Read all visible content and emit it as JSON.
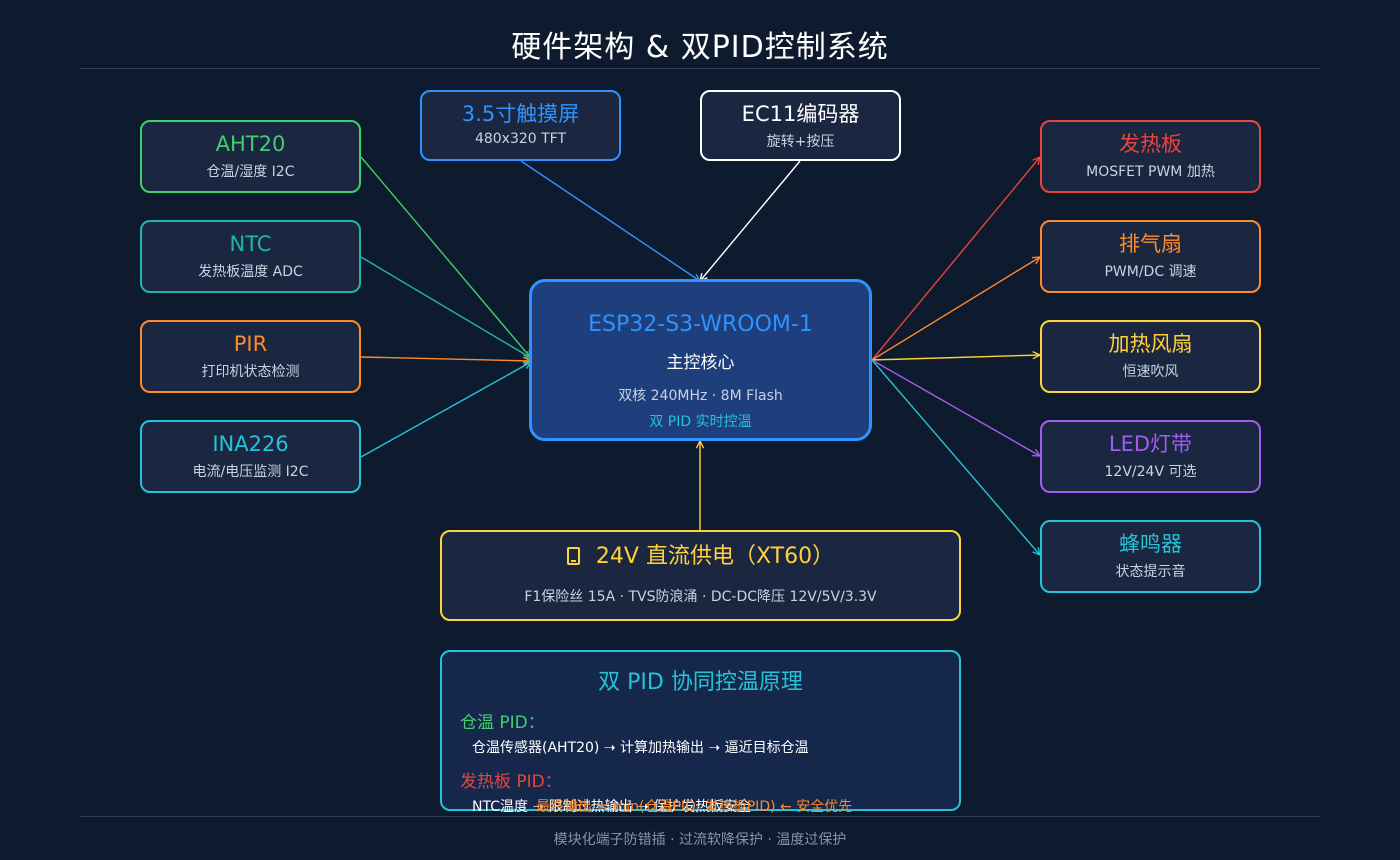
{
  "title": "硬件架构 & 双PID控制系统",
  "colors": {
    "green": "#3fcf6e",
    "teal": "#1fb5a8",
    "orange": "#ff8a2a",
    "cyan": "#25c3d8",
    "blue": "#2f93ff",
    "white": "#ffffff",
    "red": "#e8453c",
    "yellow": "#ffd23a",
    "purple": "#a25cf0"
  },
  "sensors": [
    {
      "title": "AHT20",
      "sub": "仓温/湿度  I2C",
      "color": "#3fcf6e"
    },
    {
      "title": "NTC",
      "sub": "发热板温度  ADC",
      "color": "#1fb5a8"
    },
    {
      "title": "PIR",
      "sub": "打印机状态检测",
      "color": "#ff8a2a"
    },
    {
      "title": "INA226",
      "sub": "电流/电压监测  I2C",
      "color": "#25c3d8"
    }
  ],
  "inputs": [
    {
      "title": "3.5寸触摸屏",
      "sub": "480x320 TFT",
      "color": "#2f93ff"
    },
    {
      "title": "EC11编码器",
      "sub": "旋转+按压",
      "color": "#ffffff"
    }
  ],
  "outputs": [
    {
      "title": "发热板",
      "sub": "MOSFET PWM 加热",
      "color": "#e8453c"
    },
    {
      "title": "排气扇",
      "sub": "PWM/DC 调速",
      "color": "#ff8a2a"
    },
    {
      "title": "加热风扇",
      "sub": "恒速吹风",
      "color": "#ffd23a"
    },
    {
      "title": "LED灯带",
      "sub": "12V/24V 可选",
      "color": "#a25cf0"
    },
    {
      "title": "蜂鸣器",
      "sub": "状态提示音",
      "color": "#25c3d8"
    }
  ],
  "core": {
    "title": "ESP32-S3-WROOM-1",
    "role": "主控核心",
    "spec": "双核 240MHz ·   8M Flash",
    "feature": "双 PID 实时控温"
  },
  "power": {
    "icon": "power-chip-icon",
    "title": "24V 直流供电（XT60）",
    "spec": "F1保险丝 15A   ·    TVS防浪涌   ·    DC-DC降压 12V/5V/3.3V"
  },
  "pid": {
    "heading": "双 PID 协同控温原理",
    "chamber_label": "仓温 PID：",
    "chamber_line": "仓温传感器(AHT20) ➝ 计算加热输出 ➝ 逼近目标仓温",
    "plate_label": "发热板 PID：",
    "plate_line": "NTC温度 ➝ 限制过热输出 ➝ 保护发热板安全",
    "formula": "最终输出 = min(仓温PID, 发热板PID)  ← 安全优先"
  },
  "footer": "模块化端子防错插   ·    过流软降保护   ·    温度过保护"
}
